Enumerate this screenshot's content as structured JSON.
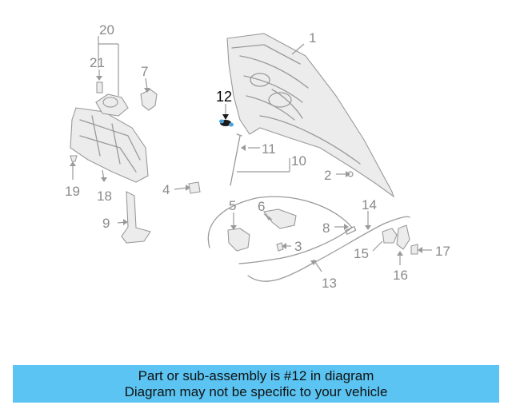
{
  "diagram": {
    "callouts": {
      "c1": "1",
      "c2": "2",
      "c3": "3",
      "c4": "4",
      "c5": "5",
      "c6": "6",
      "c7": "7",
      "c8": "8",
      "c9": "9",
      "c10": "10",
      "c11": "11",
      "c12": "12",
      "c13": "13",
      "c14": "14",
      "c15": "15",
      "c16": "16",
      "c17": "17",
      "c18": "18",
      "c19": "19",
      "c20": "20",
      "c21": "21"
    },
    "highlighted_part": "12"
  },
  "banner": {
    "line1": "Part or sub-assembly is #12 in diagram",
    "line2": "Diagram may not be specific to your vehicle",
    "color": "#5bc4f2"
  }
}
